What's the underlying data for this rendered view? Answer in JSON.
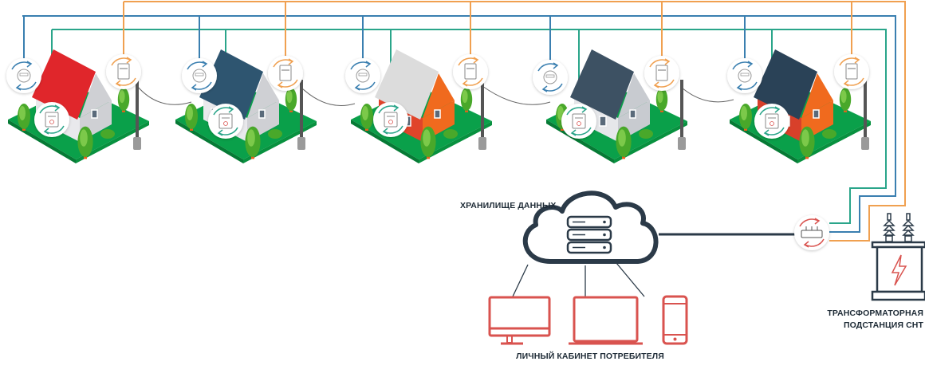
{
  "labels": {
    "data_storage": "ХРАНИЛИЩЕ ДАННЫХ",
    "consumer_account": "ЛИЧНЫЙ КАБИНЕТ ПОТРЕБИТЕЛЯ",
    "substation_line1": "ТРАНСФОРМАТОРНАЯ",
    "substation_line2": "ПОДСТАНЦИЯ СНТ"
  },
  "colors": {
    "water_line": "#3a7fb0",
    "heat_line": "#2aa58a",
    "electric_line": "#f0a050",
    "router_ring": "#d9534f",
    "devices": "#d9534f",
    "cloud": "#2b3a48",
    "ground": "#0aa04a"
  },
  "houses": [
    {
      "roof": "#e0262b",
      "wall": "#e9e9ec",
      "wall_side": "#cfd0d4"
    },
    {
      "roof": "#2e5570",
      "wall": "#e9e9ec",
      "wall_side": "#cfd0d4"
    },
    {
      "roof": "#dcdcdc",
      "wall": "#e0442a",
      "wall_side": "#f06a1e"
    },
    {
      "roof": "#3d5163",
      "wall": "#e6e7ea",
      "wall_side": "#c8cbd0"
    },
    {
      "roof": "#2a4257",
      "wall": "#d8402a",
      "wall_side": "#f06a1e"
    }
  ],
  "meters": [
    "water-meter",
    "heat-meter",
    "electric-meter"
  ],
  "devices": [
    "desktop-monitor",
    "laptop",
    "smartphone"
  ]
}
